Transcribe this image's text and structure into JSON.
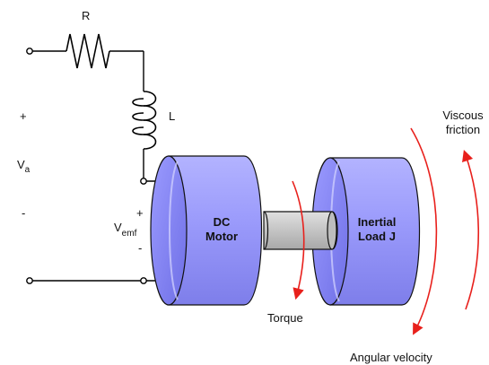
{
  "labels": {
    "resistor": "R",
    "inductor": "L",
    "plus_top": "+",
    "minus_top": "-",
    "va_main": "V",
    "va_sub": "a",
    "vemf_main": "V",
    "vemf_sub": "emf",
    "plus_emf": "+",
    "minus_emf": "-",
    "motor_line1": "DC",
    "motor_line2": "Motor",
    "load_line1": "Inertial",
    "load_line2": "Load J",
    "viscous_line1": "Viscous",
    "viscous_line2": "friction",
    "torque": "Torque",
    "angular_velocity": "Angular velocity"
  },
  "colors": {
    "cylinder_face": "#a9a9ff",
    "cylinder_body": "#8c8cf4",
    "cylinder_highlight": "#c4c4ff",
    "shaft": "#c8c8c8",
    "arrow_red": "#e8201c",
    "wire": "#000000"
  }
}
